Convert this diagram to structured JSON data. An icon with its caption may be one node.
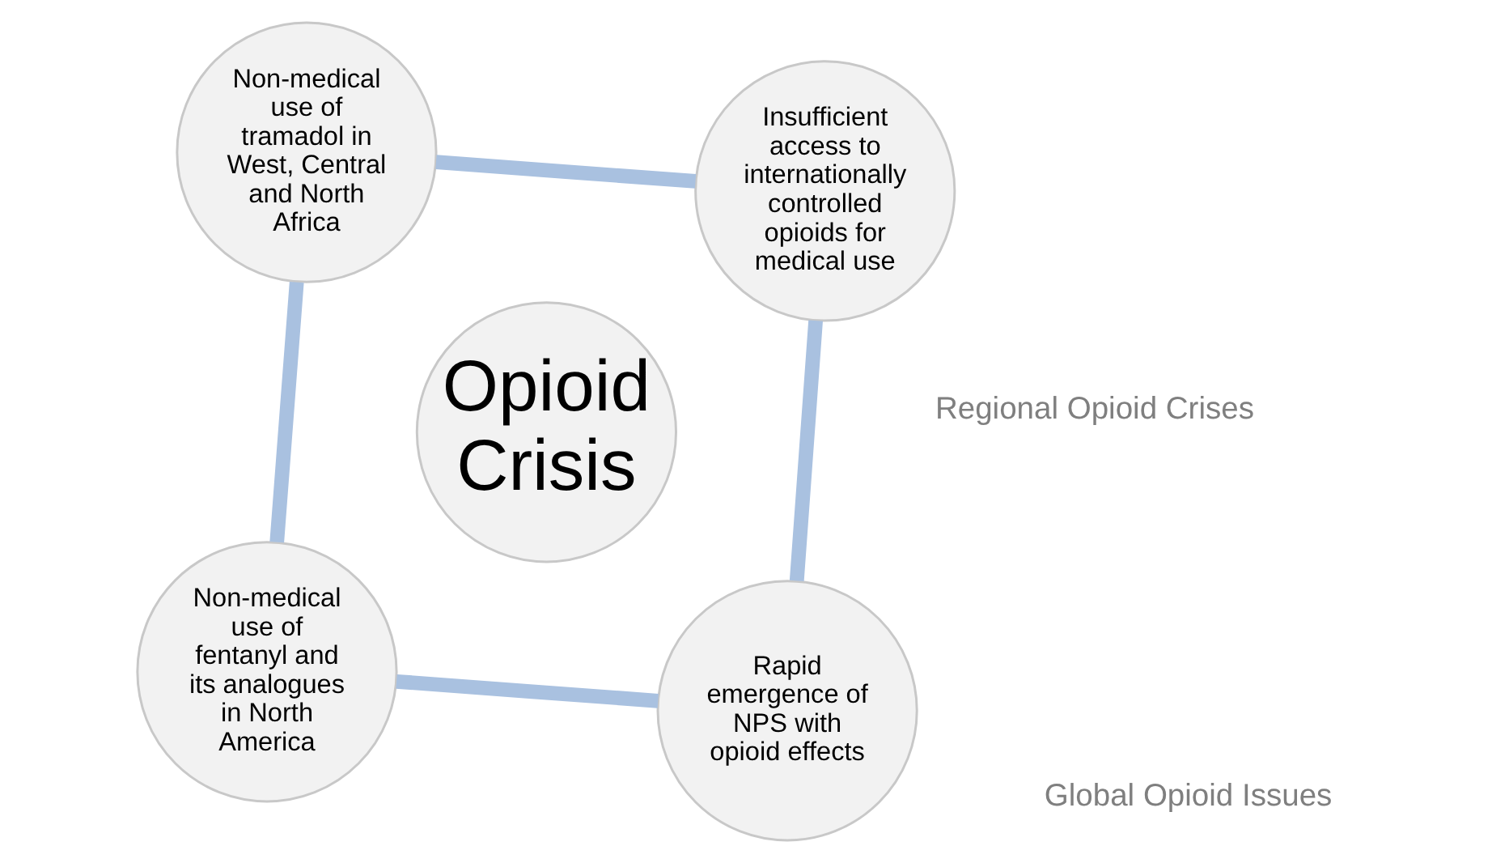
{
  "diagram": {
    "nodes": [
      {
        "text": [
          "Non-medical use of fentanyl and its analogues in North America"
        ]
      },
      {
        "text": [
          "Rapid emergence of NPS with opioid effects"
        ]
      },
      {
        "text": [
          "Opioid Crisis"
        ]
      },
      {
        "text": [
          "Non-medical use of tramadol in West, Central and North Africa"
        ]
      },
      {
        "text": [
          "Insufficient access to internationally controlled opioids for medical use"
        ]
      }
    ],
    "edges": [
      {
        "from": 0,
        "to": 3,
        "arrow": "none"
      },
      {
        "from": 3,
        "to": 4,
        "arrow": "none"
      },
      {
        "from": 4,
        "to": 1,
        "arrow": "none"
      },
      {
        "from": 1,
        "to": 0,
        "arrow": "none"
      }
    ],
    "labels": [
      "Regional Opioid Crises",
      "Global Opioid Issues"
    ]
  }
}
